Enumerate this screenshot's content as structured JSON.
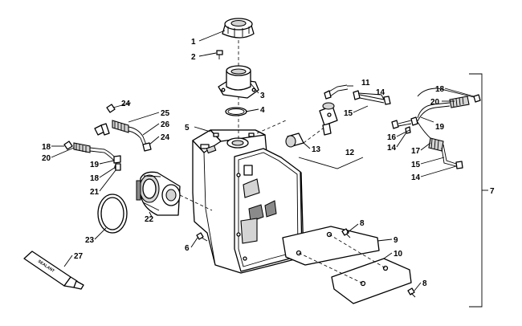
{
  "callouts": {
    "c1": "1",
    "c2": "2",
    "c3": "3",
    "c4": "4",
    "c5": "5",
    "c6": "6",
    "c7": "7",
    "c8a": "8",
    "c8b": "8",
    "c9": "9",
    "c10": "10",
    "c11": "11",
    "c12": "12",
    "c13": "13",
    "c14a": "14",
    "c14b": "14",
    "c14c": "14",
    "c15a": "15",
    "c15b": "15",
    "c16": "16",
    "c17": "17",
    "c18a": "18",
    "c18b": "18",
    "c18c": "18",
    "c19a": "19",
    "c19b": "19",
    "c20a": "20",
    "c20b": "20",
    "c21": "21",
    "c22": "22",
    "c23": "23",
    "c24a": "24",
    "c24b": "24",
    "c25": "25",
    "c26": "26",
    "c27": "27"
  },
  "tube_label": "SEALANT"
}
